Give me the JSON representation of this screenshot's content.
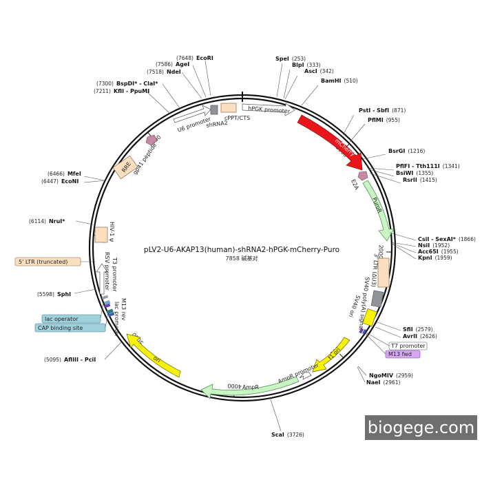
{
  "title": "pLV2-U6-AKAP13(human)-shRNA2-hPGK-mCherry-Puro",
  "subtitle": "7858 碱基对",
  "watermark": "biogege.com",
  "ticks": [
    {
      "bp": 1000,
      "label": "1000"
    },
    {
      "bp": 2000,
      "label": "2000"
    },
    {
      "bp": 3000,
      "label": "3000"
    },
    {
      "bp": 4000,
      "label": "4000"
    },
    {
      "bp": 5000,
      "label": "5000"
    },
    {
      "bp": 6000,
      "label": "6000"
    },
    {
      "bp": 7000,
      "label": "7000"
    }
  ],
  "sites": [
    {
      "name": "SpeI",
      "pos": "(253)"
    },
    {
      "name": "BlpI",
      "pos": "(333)"
    },
    {
      "name": "AscI",
      "pos": "(342)"
    },
    {
      "name": "BamHI",
      "pos": "(510)"
    },
    {
      "name": "PstI - SbfI",
      "pos": "(871)"
    },
    {
      "name": "PflMI",
      "pos": "(955)"
    },
    {
      "name": "BsrGI",
      "pos": "(1216)"
    },
    {
      "name": "PflFI - Tth111I",
      "pos": "(1341)"
    },
    {
      "name": "BsiWI",
      "pos": "(1355)"
    },
    {
      "name": "RsrII",
      "pos": "(1415)"
    },
    {
      "name": "CsiI - SexAI*",
      "pos": "(1866)"
    },
    {
      "name": "NsiI",
      "pos": "(1952)"
    },
    {
      "name": "Acc65I",
      "pos": "(1955)"
    },
    {
      "name": "KpnI",
      "pos": "(1959)"
    },
    {
      "name": "SfiI",
      "pos": "(2579)"
    },
    {
      "name": "AvrII",
      "pos": "(2626)"
    },
    {
      "name": "NgoMIV",
      "pos": "(2959)"
    },
    {
      "name": "NaeI",
      "pos": "(2961)"
    },
    {
      "name": "ScaI",
      "pos": "(3726)"
    },
    {
      "name": "AflIII - PciI",
      "pos": "(5095)"
    },
    {
      "name": "SphI",
      "pos": "(5598)"
    },
    {
      "name": "NruI*",
      "pos": "(6114)"
    },
    {
      "name": "EcoNI",
      "pos": "(6447)"
    },
    {
      "name": "MfeI",
      "pos": "(6466)"
    },
    {
      "name": "KflI - PpuMI",
      "pos": "(7211)"
    },
    {
      "name": "BspDI* - ClaI*",
      "pos": "(7300)"
    },
    {
      "name": "NdeI",
      "pos": "(7518)"
    },
    {
      "name": "AgeI",
      "pos": "(7586)"
    },
    {
      "name": "EcoRI",
      "pos": "(7648)"
    }
  ],
  "features": {
    "mcherry": "mCherry",
    "puror": "PuroR",
    "e2a": "E2A",
    "ampr": "AmpR",
    "ampr_promoter": "AmpR promoter",
    "ori": "ori",
    "f1ori": "f1 ori",
    "sv40ori": "SV40 ori",
    "sv40polya": "SV40 poly(A) signal",
    "ltr3": "3' LTR (ΔU3)",
    "hpgk": "hPGK promoter",
    "cppt": "cPPT/CTS",
    "shrna2": "shRNA2",
    "u6": "U6 promoter",
    "gp41": "gp41 peptide",
    "rre": "RRE",
    "hiv": "HIV-1 ψ",
    "rsv": "RSV promoter",
    "t3": "T3 promoter",
    "m13rev": "M13 rev",
    "lac_promoter": "lac promoter"
  },
  "boxed_labels": {
    "ltr5": "5' LTR (truncated)",
    "lac_operator": "lac operator",
    "cap_site": "CAP binding site",
    "t7": "T7 promoter",
    "m13fwd": "M13 fwd"
  },
  "colors": {
    "mcherry": "#e8161b",
    "green": "#c9f5c5",
    "yellow": "#f8f20a",
    "tan": "#fbdfc0",
    "gray": "#909498",
    "teal_box": "#9fd2dc",
    "purple_box": "#d7a6f3",
    "pink": "#c48aa4"
  }
}
